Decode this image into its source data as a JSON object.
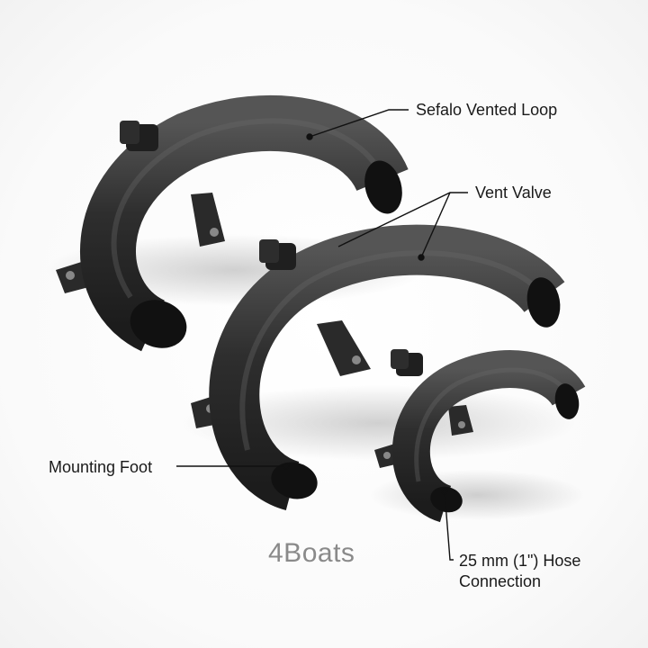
{
  "labels": {
    "vented_loop": "Sefalo Vented Loop",
    "vent_valve": "Vent Valve",
    "mounting_foot": "Mounting Foot",
    "hose_line1": "25 mm (1\") Hose",
    "hose_line2": "Connection"
  },
  "brand": "4Boats",
  "colors": {
    "pipe": "#2b2b2b",
    "pipe_highlight": "#5a5a5a",
    "brand_text": "#8a8a8a",
    "leader": "#111111"
  }
}
